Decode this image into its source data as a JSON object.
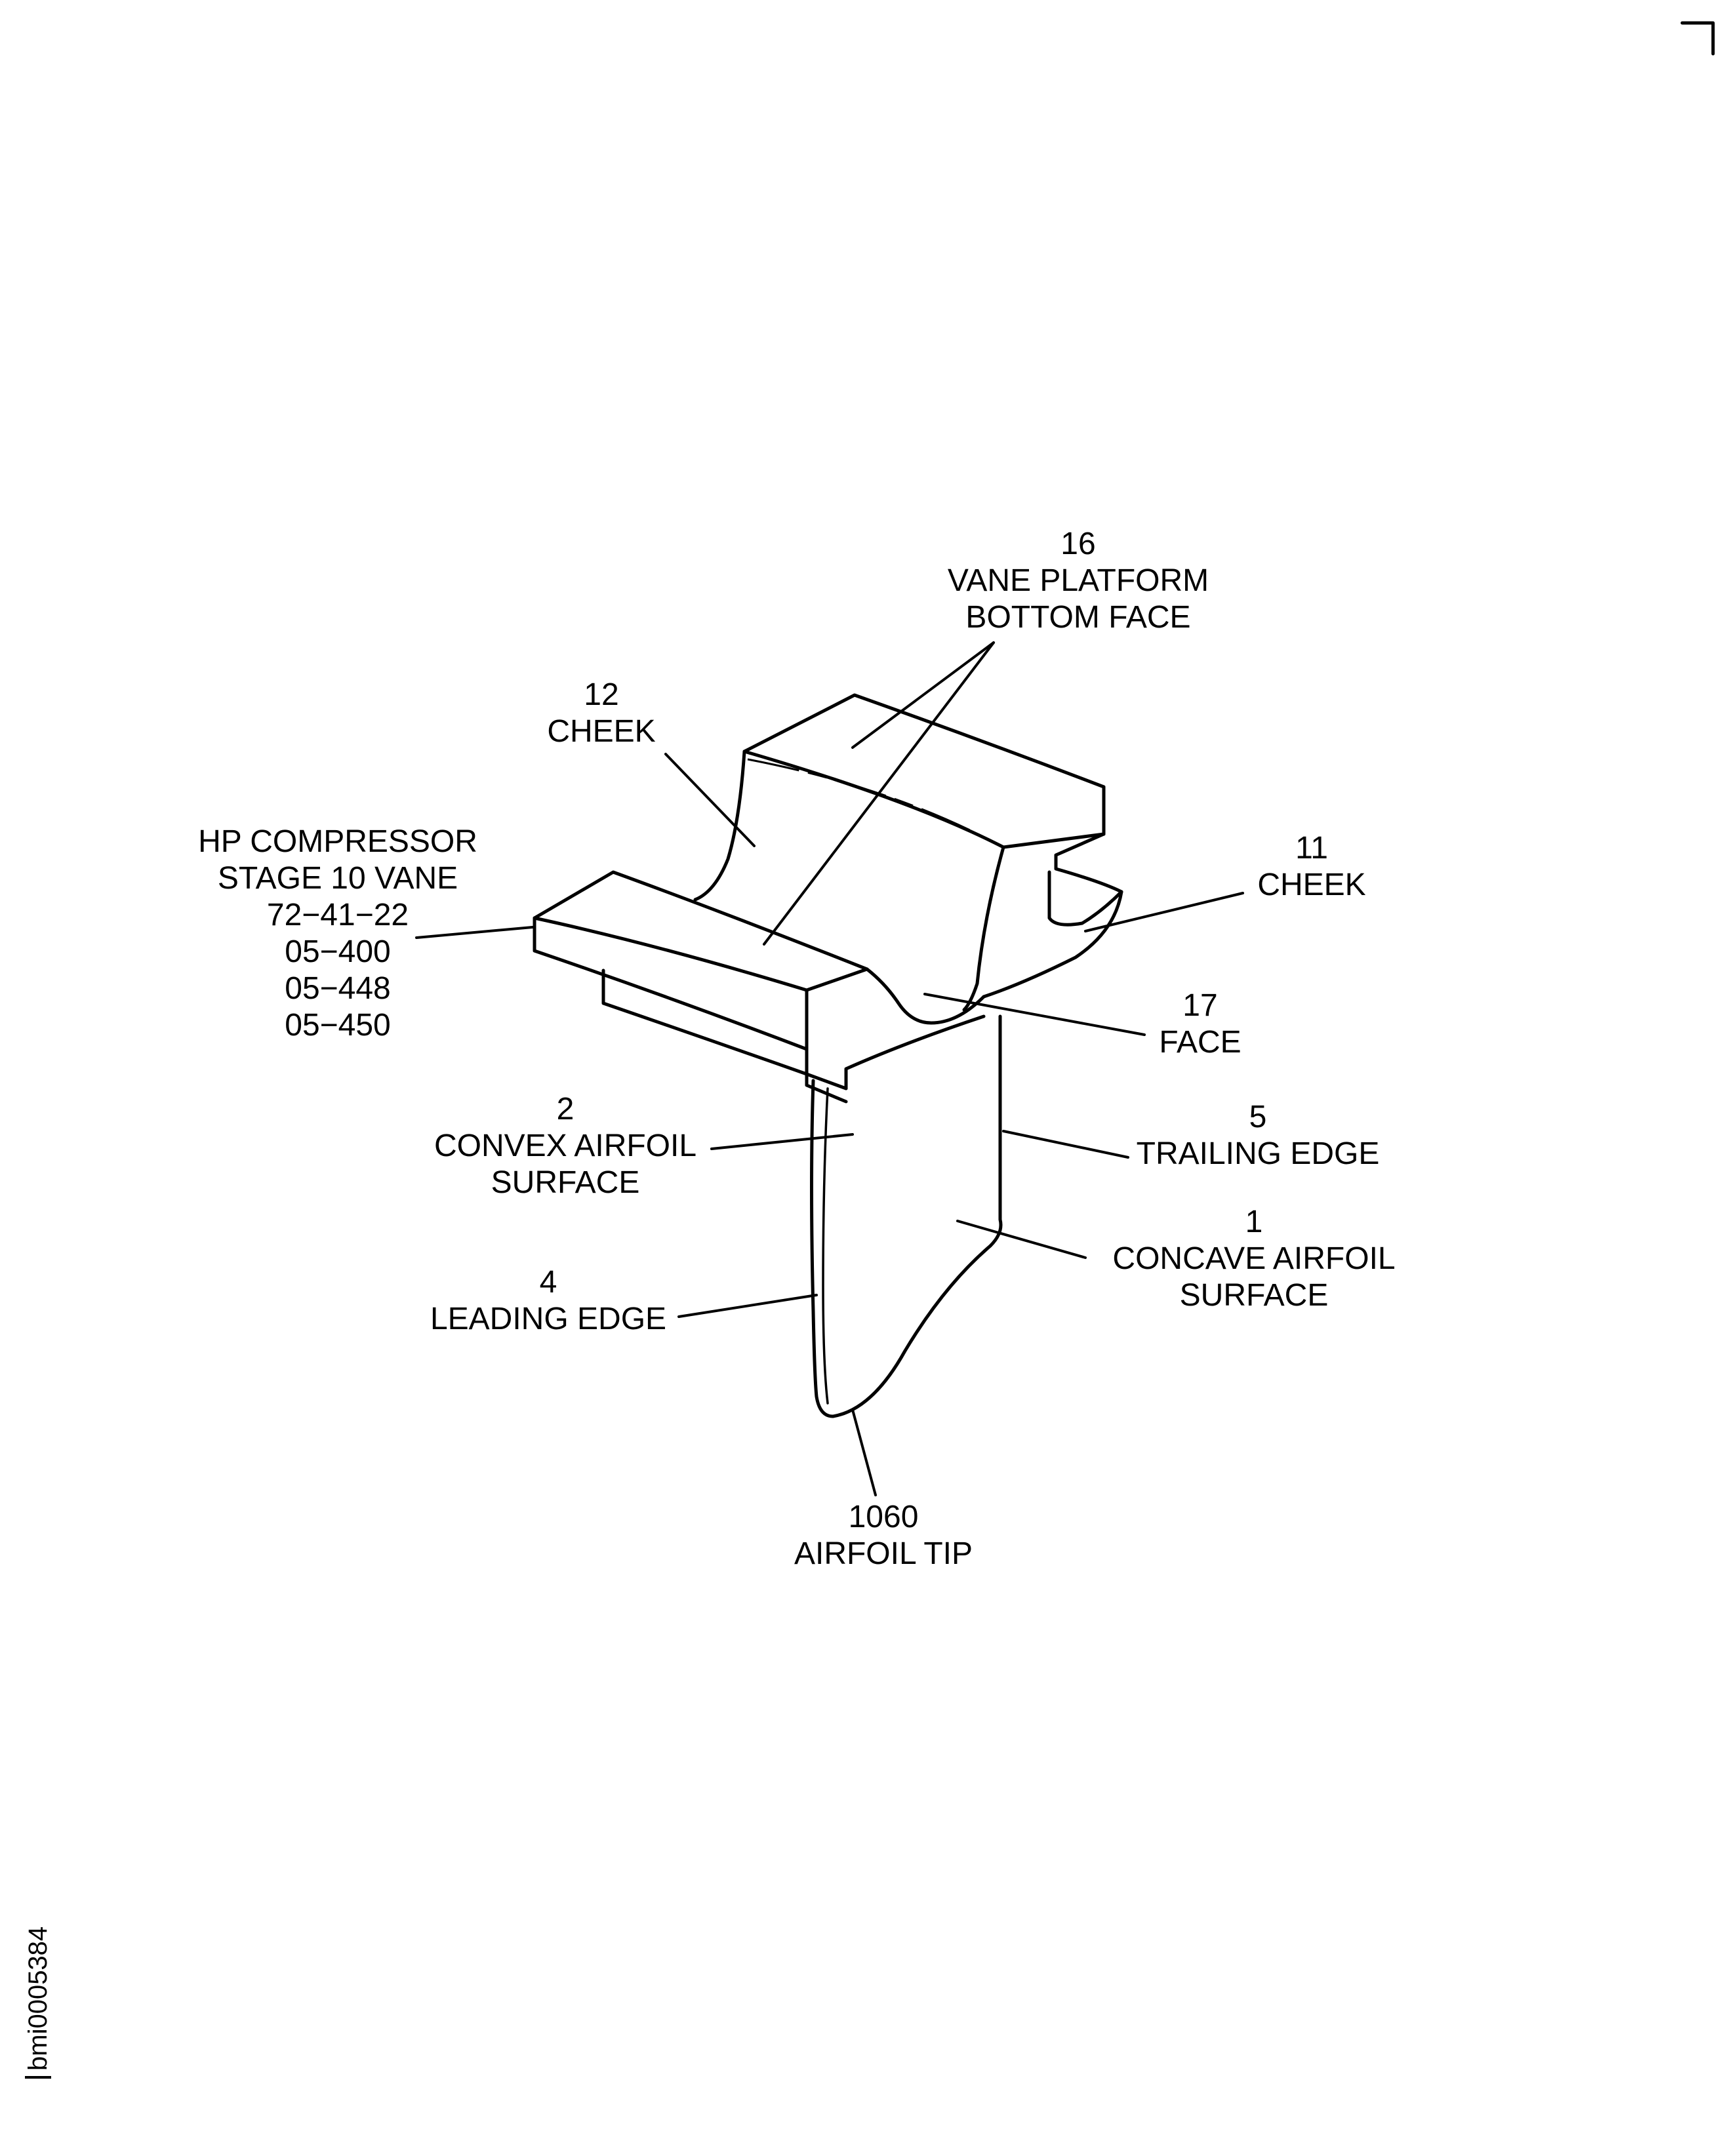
{
  "figure": {
    "id": "bmi0005384"
  },
  "callouts": {
    "vane_platform_bottom_face": {
      "number": "16",
      "line1": "VANE PLATFORM",
      "line2": "BOTTOM FACE"
    },
    "cheek_12": {
      "number": "12",
      "line1": "CHEEK"
    },
    "cheek_11": {
      "number": "11",
      "line1": "CHEEK"
    },
    "part_id": {
      "line1": "HP COMPRESSOR",
      "line2": "STAGE 10 VANE",
      "line3": "72−41−22",
      "line4": "05−400",
      "line5": "05−448",
      "line6": "05−450"
    },
    "face_17": {
      "number": "17",
      "line1": "FACE"
    },
    "convex_airfoil_surface": {
      "number": "2",
      "line1": "CONVEX AIRFOIL",
      "line2": "SURFACE"
    },
    "trailing_edge": {
      "number": "5",
      "line1": "TRAILING EDGE"
    },
    "concave_airfoil_surface": {
      "number": "1",
      "line1": "CONCAVE AIRFOIL",
      "line2": "SURFACE"
    },
    "leading_edge": {
      "number": "4",
      "line1": "LEADING EDGE"
    },
    "airfoil_tip": {
      "number": "1060",
      "line1": "AIRFOIL TIP"
    }
  }
}
